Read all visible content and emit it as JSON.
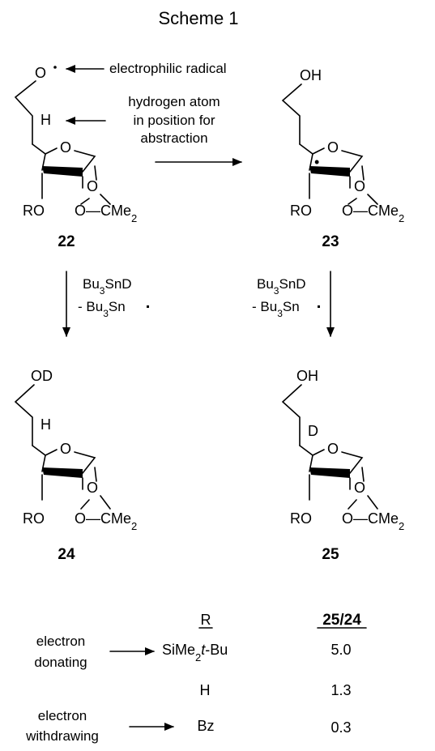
{
  "title": "Scheme 1",
  "annotations": {
    "radical": "electrophilic radical",
    "h_line1": "hydrogen atom",
    "h_line2": "in position for",
    "h_line3": "abstraction"
  },
  "structures": {
    "c22": {
      "label": "22",
      "top": "O",
      "mid": "H",
      "ro": "RO",
      "acetal": "O—CMe",
      "acetal_sub": "2",
      "ring_o": "O",
      "o2": "O"
    },
    "c23": {
      "label": "23",
      "top": "OH",
      "mid": "•",
      "ro": "RO",
      "acetal": "O—CMe",
      "acetal_sub": "2",
      "ring_o": "O",
      "o2": "O"
    },
    "c24": {
      "label": "24",
      "top": "OD",
      "mid": "H",
      "ro": "RO",
      "acetal": "O—CMe",
      "acetal_sub": "2",
      "ring_o": "O",
      "o2": "O"
    },
    "c25": {
      "label": "25",
      "top": "OH",
      "mid": "D",
      "ro": "RO",
      "acetal": "O—CMe",
      "acetal_sub": "2",
      "ring_o": "O",
      "o2": "O"
    }
  },
  "reagents": {
    "left": {
      "l1a": "Bu",
      "l1b": "3",
      "l1c": "SnD",
      "l2a": "- Bu",
      "l2b": "3",
      "l2c": "Sn"
    },
    "right": {
      "l1a": "Bu",
      "l1b": "3",
      "l1c": "SnD",
      "l2a": "- Bu",
      "l2b": "3",
      "l2c": "Sn"
    }
  },
  "table": {
    "header_r": "R",
    "header_ratio": "25/24",
    "rows": [
      {
        "desc1": "electron",
        "desc2": "donating",
        "r_a": "SiMe",
        "r_b": "2",
        "r_c": "t",
        "r_d": "-Bu",
        "ratio": "5.0"
      },
      {
        "desc1": "",
        "desc2": "",
        "r_a": "H",
        "r_b": "",
        "r_c": "",
        "r_d": "",
        "ratio": "1.3"
      },
      {
        "desc1": "electron",
        "desc2": "withdrawing",
        "r_a": "Bz",
        "r_b": "",
        "r_c": "",
        "r_d": "",
        "ratio": "0.3"
      }
    ]
  }
}
